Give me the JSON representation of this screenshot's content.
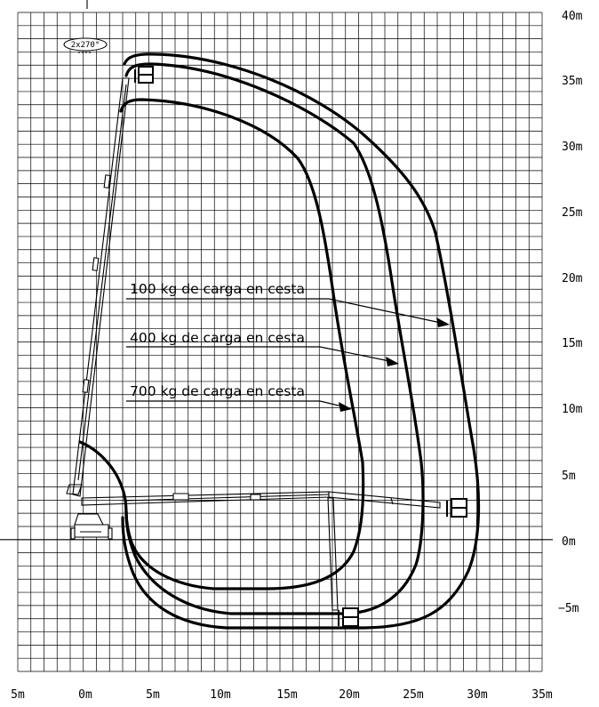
{
  "chart_data": {
    "type": "diagram",
    "x_ticks": [
      "5m",
      "0m",
      "5m",
      "10m",
      "15m",
      "20m",
      "25m",
      "30m",
      "35m"
    ],
    "y_ticks": [
      "40m",
      "35m",
      "30m",
      "25m",
      "20m",
      "15m",
      "10m",
      "5m",
      "0m",
      "−5m"
    ],
    "xlim": [
      -5,
      35
    ],
    "ylim": [
      -10,
      40
    ],
    "grid": true,
    "series": [
      {
        "name": "100 kg de carga en cesta"
      },
      {
        "name": "400 kg de carga en cesta"
      },
      {
        "name": "700 kg de carga en cesta"
      }
    ],
    "rotation_badge": "2x270°"
  },
  "icons": {
    "basket": "basket-icon",
    "rotation": "rotation-icon",
    "chassis": "truck-chassis-icon"
  }
}
